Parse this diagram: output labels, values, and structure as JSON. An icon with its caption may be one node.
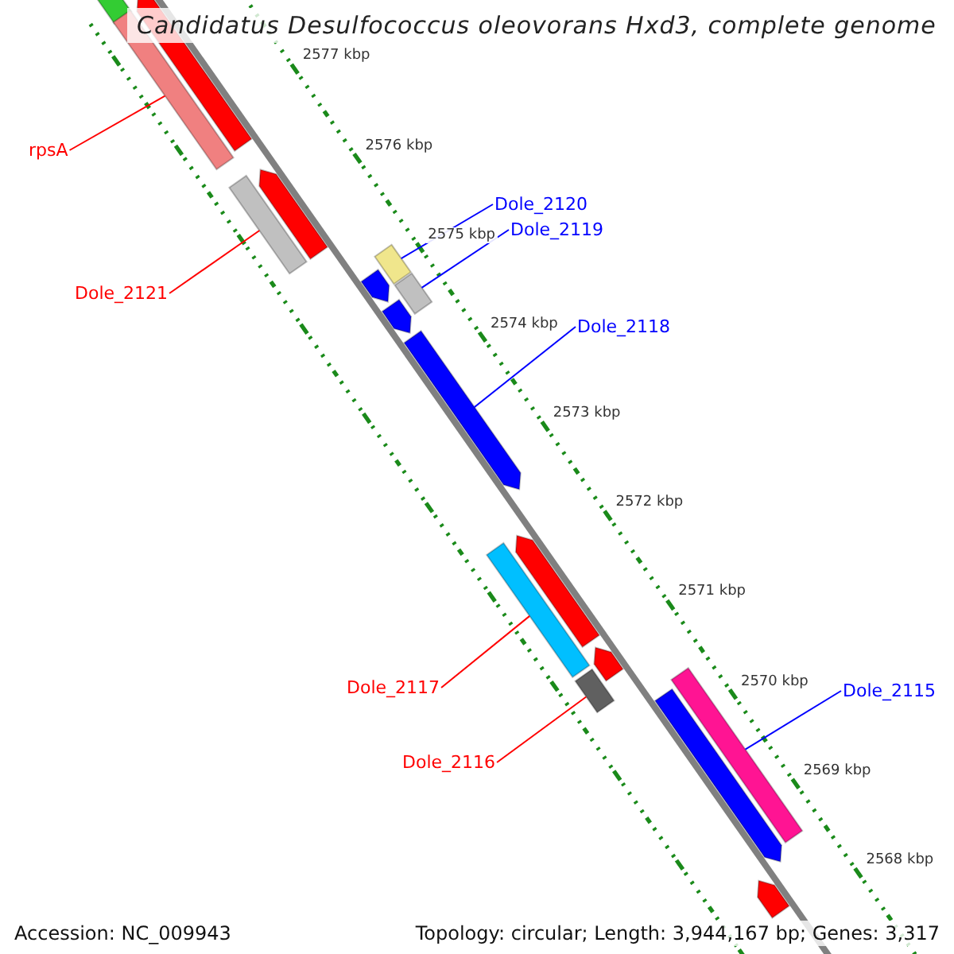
{
  "diagram": {
    "title": "Candidatus Desulfococcus oleovorans Hxd3, complete genome",
    "nodes": [
      {
        "text": [
          "rpsA"
        ]
      },
      {
        "text": [
          "Dole_2120"
        ]
      },
      {
        "text": [
          "Dole_2119"
        ]
      },
      {
        "text": [
          "Dole_2121"
        ]
      },
      {
        "text": [
          "Dole_2118"
        ]
      },
      {
        "text": [
          "Dole_2117"
        ]
      },
      {
        "text": [
          "Dole_2115"
        ]
      },
      {
        "text": [
          "Dole_2116"
        ]
      },
      {
        "text": [],
        "shape": "bar"
      },
      {
        "text": [],
        "shape": "bar"
      },
      {
        "text": [],
        "shape": "bar"
      },
      {
        "text": [],
        "shape": "bar"
      },
      {
        "text": [],
        "shape": "bar"
      },
      {
        "text": [],
        "shape": "bar"
      },
      {
        "text": [],
        "shape": "bar"
      },
      {
        "text": [],
        "shape": "bar"
      },
      {
        "text": [],
        "shape": "bar"
      },
      {
        "text": [],
        "shape": "bar"
      },
      {
        "text": [],
        "shape": "bar"
      },
      {
        "text": [],
        "shape": "bar"
      },
      {
        "text": [],
        "shape": "bar"
      },
      {
        "text": [],
        "shape": "bar"
      },
      {
        "text": [],
        "shape": "bar"
      },
      {
        "text": [],
        "shape": "bar"
      },
      {
        "text": [],
        "shape": "bar"
      }
    ],
    "edges": [
      {
        "from": 0,
        "to": 10,
        "arrow": "none",
        "color": "#ff0000"
      },
      {
        "from": 1,
        "to": 13,
        "arrow": "none",
        "color": "#0000ff"
      },
      {
        "from": 2,
        "to": 15,
        "arrow": "none",
        "color": "#0000ff"
      },
      {
        "from": 3,
        "to": 11,
        "arrow": "none",
        "color": "#ff0000"
      },
      {
        "from": 4,
        "to": 17,
        "arrow": "none",
        "color": "#0000ff"
      },
      {
        "from": 5,
        "to": 18,
        "arrow": "none",
        "color": "#ff0000"
      },
      {
        "from": 6,
        "to": 22,
        "arrow": "none",
        "color": "#0000ff"
      },
      {
        "from": 7,
        "to": 21,
        "arrow": "none",
        "color": "#ff0000"
      }
    ],
    "labels": [
      "2577 kbp",
      "2576 kbp",
      "2575 kbp",
      "2574 kbp",
      "2573 kbp",
      "2572 kbp",
      "2571 kbp",
      "2570 kbp",
      "2569 kbp",
      "2568 kbp",
      "Accession: NC_009943",
      "Topology: circular; Length: 3,944,167 bp; Genes: 3,317"
    ]
  }
}
